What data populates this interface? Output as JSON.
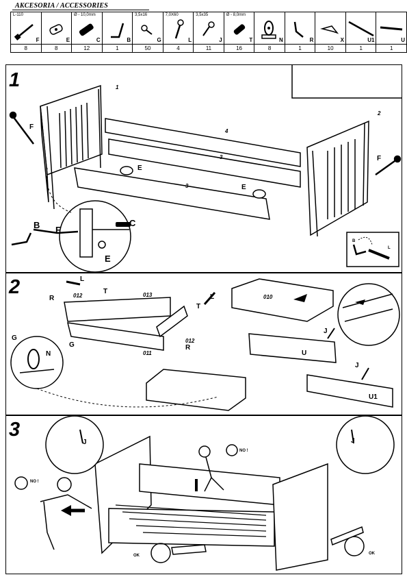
{
  "title": "AKCESORIA / ACCESSORIES",
  "accessories": [
    {
      "spec": "L-110",
      "code": "F",
      "qty": "8",
      "icon": "bolt-icon"
    },
    {
      "spec": "",
      "code": "E",
      "qty": "8",
      "icon": "barrel-nut-icon"
    },
    {
      "spec": "Ø - 10,0mm",
      "code": "C",
      "qty": "12",
      "icon": "wooden-dowel-icon"
    },
    {
      "spec": "",
      "code": "B",
      "qty": "1",
      "icon": "allen-key-icon"
    },
    {
      "spec": "3,5x16",
      "code": "G",
      "qty": "50",
      "icon": "short-screw-icon"
    },
    {
      "spec": "7,0X60",
      "code": "L",
      "qty": "4",
      "icon": "long-screw-icon"
    },
    {
      "spec": "3,5x35",
      "code": "J",
      "qty": "11",
      "icon": "screw-icon"
    },
    {
      "spec": "Ø - 8,0mm",
      "code": "T",
      "qty": "16",
      "icon": "small-dowel-icon"
    },
    {
      "spec": "",
      "code": "N",
      "qty": "8",
      "icon": "castor-wheel-icon"
    },
    {
      "spec": "",
      "code": "R",
      "qty": "1",
      "icon": "bracket-icon"
    },
    {
      "spec": "",
      "code": "X",
      "qty": "10",
      "icon": "clip-icon"
    },
    {
      "spec": "",
      "code": "U1",
      "qty": "1",
      "icon": "long-rail-icon"
    },
    {
      "spec": "",
      "code": "U",
      "qty": "1",
      "icon": "short-rail-icon"
    }
  ],
  "steps": {
    "step1": {
      "number": "1",
      "labels": {
        "one": "1",
        "two": "2",
        "three": "3",
        "four": "4",
        "F": "F",
        "E": "E",
        "B": "B",
        "C": "C",
        "L": "L"
      }
    },
    "step2": {
      "number": "2",
      "labels": {
        "L": "L",
        "R": "R",
        "T": "T",
        "G": "G",
        "N": "N",
        "J": "J",
        "U": "U",
        "U1": "U1",
        "p012": "012",
        "p013": "013",
        "p011": "011",
        "p010": "010"
      }
    },
    "step3": {
      "number": "3",
      "labels": {
        "J": "J",
        "no": "NO !",
        "ok": "OK"
      }
    }
  }
}
